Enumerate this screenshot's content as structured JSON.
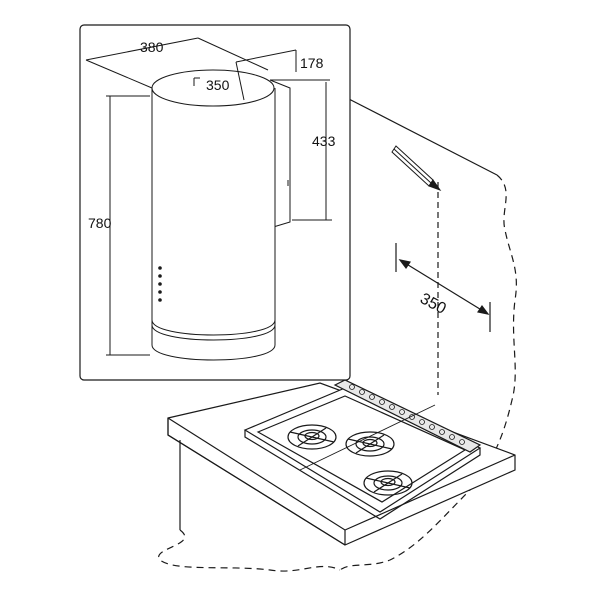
{
  "colors": {
    "line": "#1a1a1a",
    "background": "#ffffff",
    "fill_light": "#f2f2f2"
  },
  "dimensions": {
    "width": "380",
    "diameter": "350",
    "depth": "178",
    "mount_height": "433",
    "total_height": "780",
    "wall_offset": "350"
  },
  "icons": {
    "pencil": "pencil-icon"
  }
}
